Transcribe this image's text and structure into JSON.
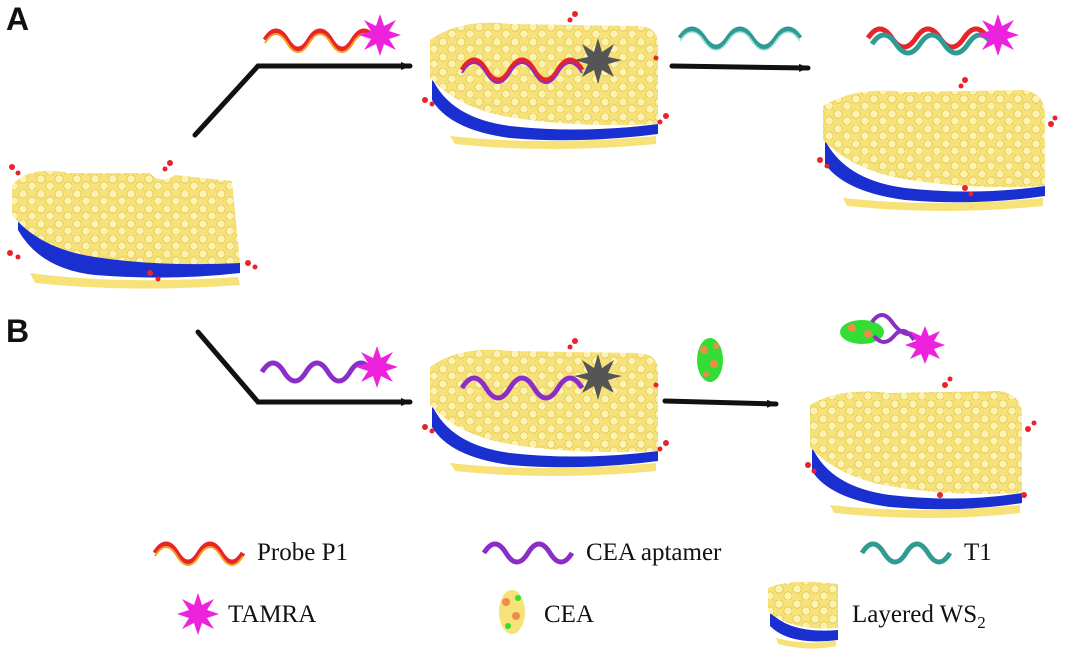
{
  "panels": {
    "a": {
      "letter": "A"
    },
    "b": {
      "letter": "B"
    }
  },
  "legend": {
    "probe": "Probe P1",
    "aptamer": "CEA aptamer",
    "t1": "T1",
    "tamra": "TAMRA",
    "cea": "CEA",
    "ws2_prefix": "Layered WS",
    "ws2_sub": "2"
  },
  "colors": {
    "ws2_yellow": "#f7e27a",
    "ws2_blue": "#1a2fd0",
    "probe_red": "#e8232a",
    "aptamer_purple": "#8a2ec7",
    "t1_teal": "#2f9b93",
    "tamra_magenta": "#ee22dd",
    "quencher_gray": "#555555",
    "cea_green": "#33dd33",
    "cea_orange": "#f08c4a"
  }
}
